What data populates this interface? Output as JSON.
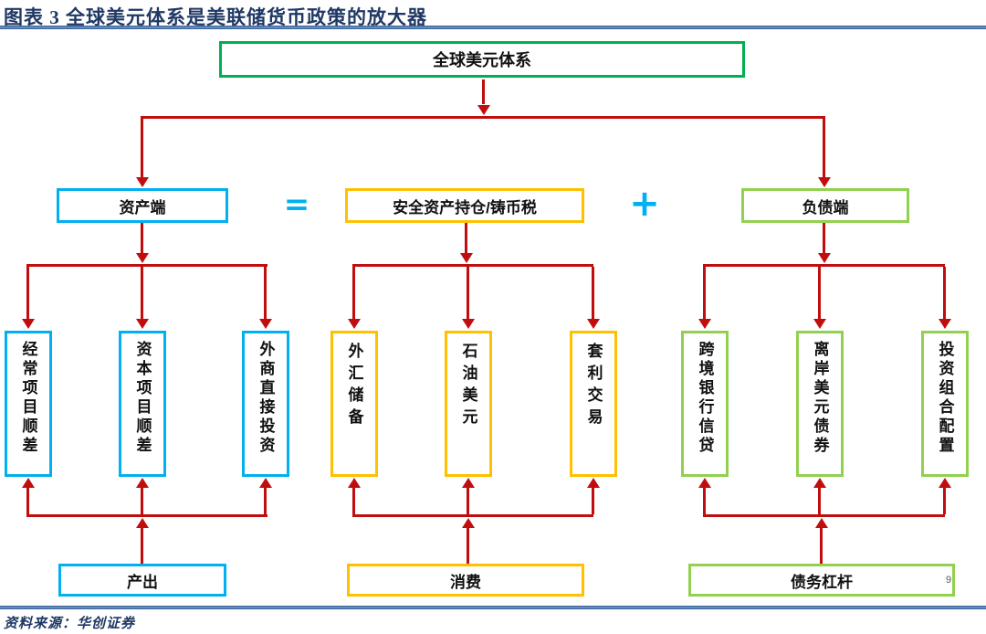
{
  "title": "图表 3 全球美元体系是美联储货币政策的放大器",
  "diagram": {
    "top_box": "全球美元体系",
    "operators": {
      "equals": "=",
      "plus": "+"
    },
    "groups": {
      "asset": {
        "header": "资产端",
        "items": [
          "经常项目顺差",
          "资本项目顺差",
          "外商直接投资"
        ],
        "bottom": "产出"
      },
      "safe_asset": {
        "header": "安全资产持仓/铸币税",
        "items": [
          "外汇储备",
          "石油美元",
          "套利交易"
        ],
        "bottom": "消费"
      },
      "liability": {
        "header": "负债端",
        "items": [
          "跨境银行信贷",
          "离岸美元债券",
          "投资组合配置"
        ],
        "bottom": "债务杠杆"
      }
    },
    "page_number": "9"
  },
  "footer": {
    "source": "资料来源：华创证券"
  },
  "colors": {
    "title_navy": "#1F3864",
    "arrow_red": "#C00E0E",
    "cyan": "#00B0F0",
    "yellow": "#FFC000",
    "green": "#00AF50",
    "light_green": "#92D050"
  }
}
